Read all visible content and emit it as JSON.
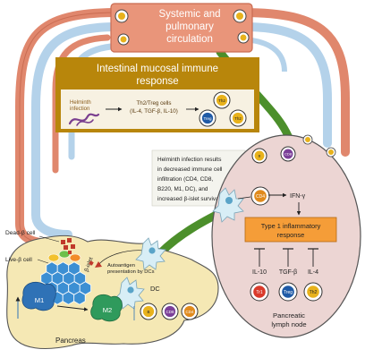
{
  "systemic": {
    "line1": "Systemic and",
    "line2": "pulmonary",
    "line3": "circulation"
  },
  "intestinal": {
    "title_line1": "Intestinal mucosal immune",
    "title_line2": "response",
    "helminth_line1": "Helminth",
    "helminth_line2": "infection",
    "th2_line1": "Th2/Treg cells",
    "th2_line2": "(IL-4, TGF-β, IL-10)",
    "cell_labels": [
      "Th2",
      "Treg"
    ]
  },
  "note": {
    "line1": "Helminth infection results",
    "line2": "in decreased immune cell",
    "line3": "infiltration (CD4, CD8,",
    "line4": "B220, M1, DC), and",
    "line5": "increased β-islet survival"
  },
  "lymph": {
    "label_line1": "Pancreatic",
    "label_line2": "lymph node",
    "ifn": "IFN-γ",
    "type1_line1": "Type 1 inflammatory",
    "type1_line2": "response",
    "cytokines": [
      "IL-10",
      "TGF-β",
      "IL-4"
    ],
    "top_cells": [
      "B",
      "CD8"
    ],
    "dc_cell": "CD4",
    "bottom_cells": [
      "Tr1",
      "Treg",
      "Th2"
    ]
  },
  "pancreas": {
    "label": "Pancreas",
    "dead_cell": "Dead-β cell",
    "live_cell": "Live-β cell",
    "islet": "β-islet",
    "autoantigen_line1": "Autoantigen",
    "autoantigen_line2": "presentation by DCs",
    "dc": "DC",
    "m1": "M1",
    "m2": "M2",
    "cells": [
      "B",
      "CD8",
      "CD4"
    ]
  },
  "colors": {
    "artery": "#e0876d",
    "vein": "#b4d2ea",
    "intestinal_bg": "#b8860b",
    "lymph_bg": "#ecd5d3",
    "pancreas_bg": "#f5e8b4",
    "type1_box": "#f59d38",
    "green_flow": "#4c8f2b"
  }
}
